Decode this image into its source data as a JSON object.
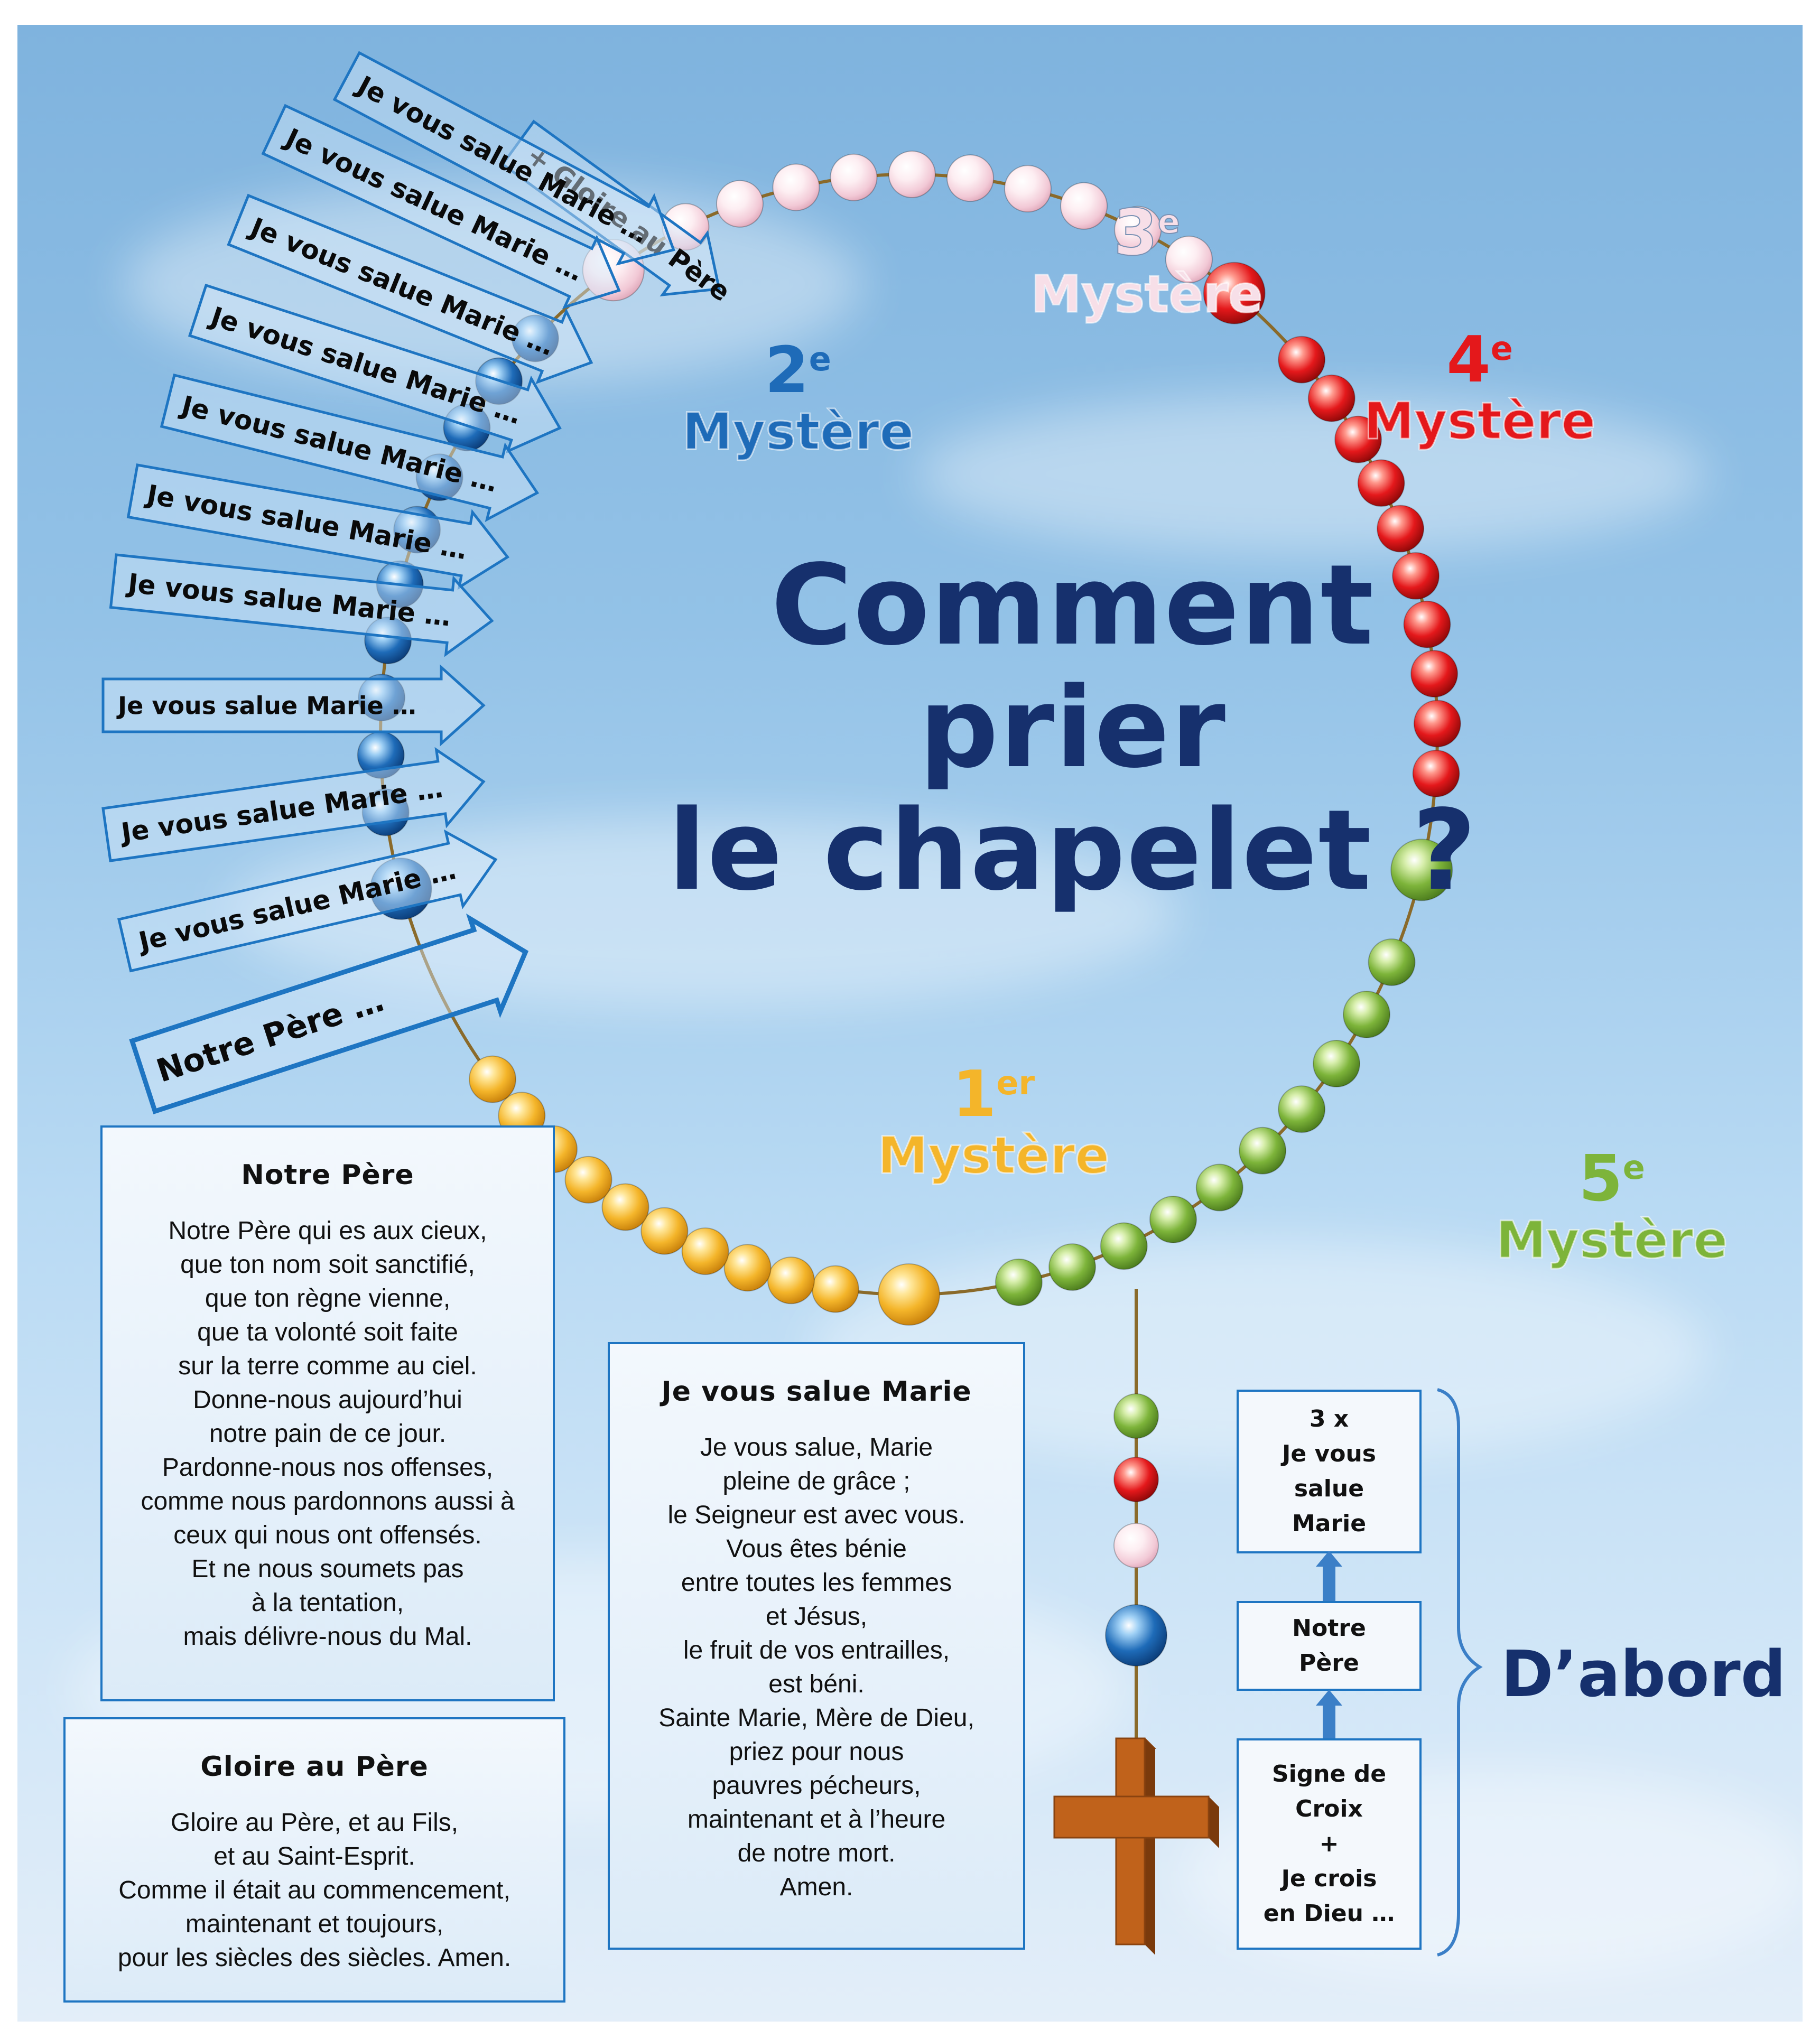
{
  "title": {
    "line1": "Comment",
    "line2": "prier",
    "line3": "le  chapelet  ?"
  },
  "mysteries": [
    {
      "id": "1",
      "number": "1",
      "suffix": "er",
      "label": "Mystère",
      "color": "#f4b52a"
    },
    {
      "id": "2",
      "number": "2",
      "suffix": "e",
      "label": "Mystère",
      "color": "#1e6bb8"
    },
    {
      "id": "3",
      "number": "3",
      "suffix": "e",
      "label": "Mystère",
      "color": "#f7dfe8"
    },
    {
      "id": "4",
      "number": "4",
      "suffix": "e",
      "label": "Mystère",
      "color": "#e4181b"
    },
    {
      "id": "5",
      "number": "5",
      "suffix": "e",
      "label": "Mystère",
      "color": "#7db43a"
    }
  ],
  "arrows": [
    "+ Gloire au Père",
    "Je vous salue Marie …",
    "Je vous salue Marie …",
    "Je vous salue Marie …",
    "Je vous salue Marie …",
    "Je vous salue Marie …",
    "Je vous salue Marie …",
    "Je vous salue Marie …",
    "Je vous salue Marie …",
    "Je vous salue Marie …",
    "Je vous salue Marie …",
    "Notre Père …"
  ],
  "notre_pere": {
    "title": "Notre Père",
    "lines": [
      "Notre Père qui es aux cieux,",
      "que ton nom soit sanctifié,",
      "que ton règne vienne,",
      "que ta volonté soit faite",
      "sur la terre comme au ciel.",
      "Donne-nous aujourd’hui",
      "notre pain de ce jour.",
      "Pardonne-nous nos offenses,",
      "comme nous pardonnons aussi à",
      "ceux qui nous ont offensés.",
      "Et ne nous soumets pas",
      "à la tentation,",
      "mais délivre-nous du Mal."
    ]
  },
  "gloire": {
    "title": "Gloire au Père",
    "lines": [
      "Gloire au Père, et au Fils,",
      "et au Saint-Esprit.",
      "Comme il était au commencement,",
      "maintenant et toujours,",
      "pour les siècles des siècles. Amen."
    ]
  },
  "ave": {
    "title": "Je vous salue Marie",
    "lines": [
      "Je vous salue, Marie",
      "pleine de grâce ;",
      "le Seigneur est avec vous.",
      "Vous êtes bénie",
      "entre toutes les femmes",
      "et Jésus,",
      "le fruit de vos entrailles,",
      "est béni.",
      "Sainte Marie, Mère de Dieu,",
      "priez pour nous",
      "pauvres pécheurs,",
      "maintenant et à l’heure",
      "de notre mort.",
      "Amen."
    ]
  },
  "steps": [
    {
      "lines": [
        "3 x",
        "Je vous",
        "salue",
        "Marie"
      ]
    },
    {
      "lines": [
        "Notre",
        "Père"
      ]
    },
    {
      "lines": [
        "Signe de",
        "Croix",
        "+",
        "Je crois",
        "en Dieu …"
      ]
    }
  ],
  "dabord": "D’abord",
  "colors": {
    "yellow": "#f4b52a",
    "blue": "#1e6bb8",
    "pink": "#f9dbe4",
    "red": "#e4181b",
    "green": "#7db43a",
    "cross": "#c0621b",
    "frame": "#1e75c2",
    "title": "#16306d"
  }
}
